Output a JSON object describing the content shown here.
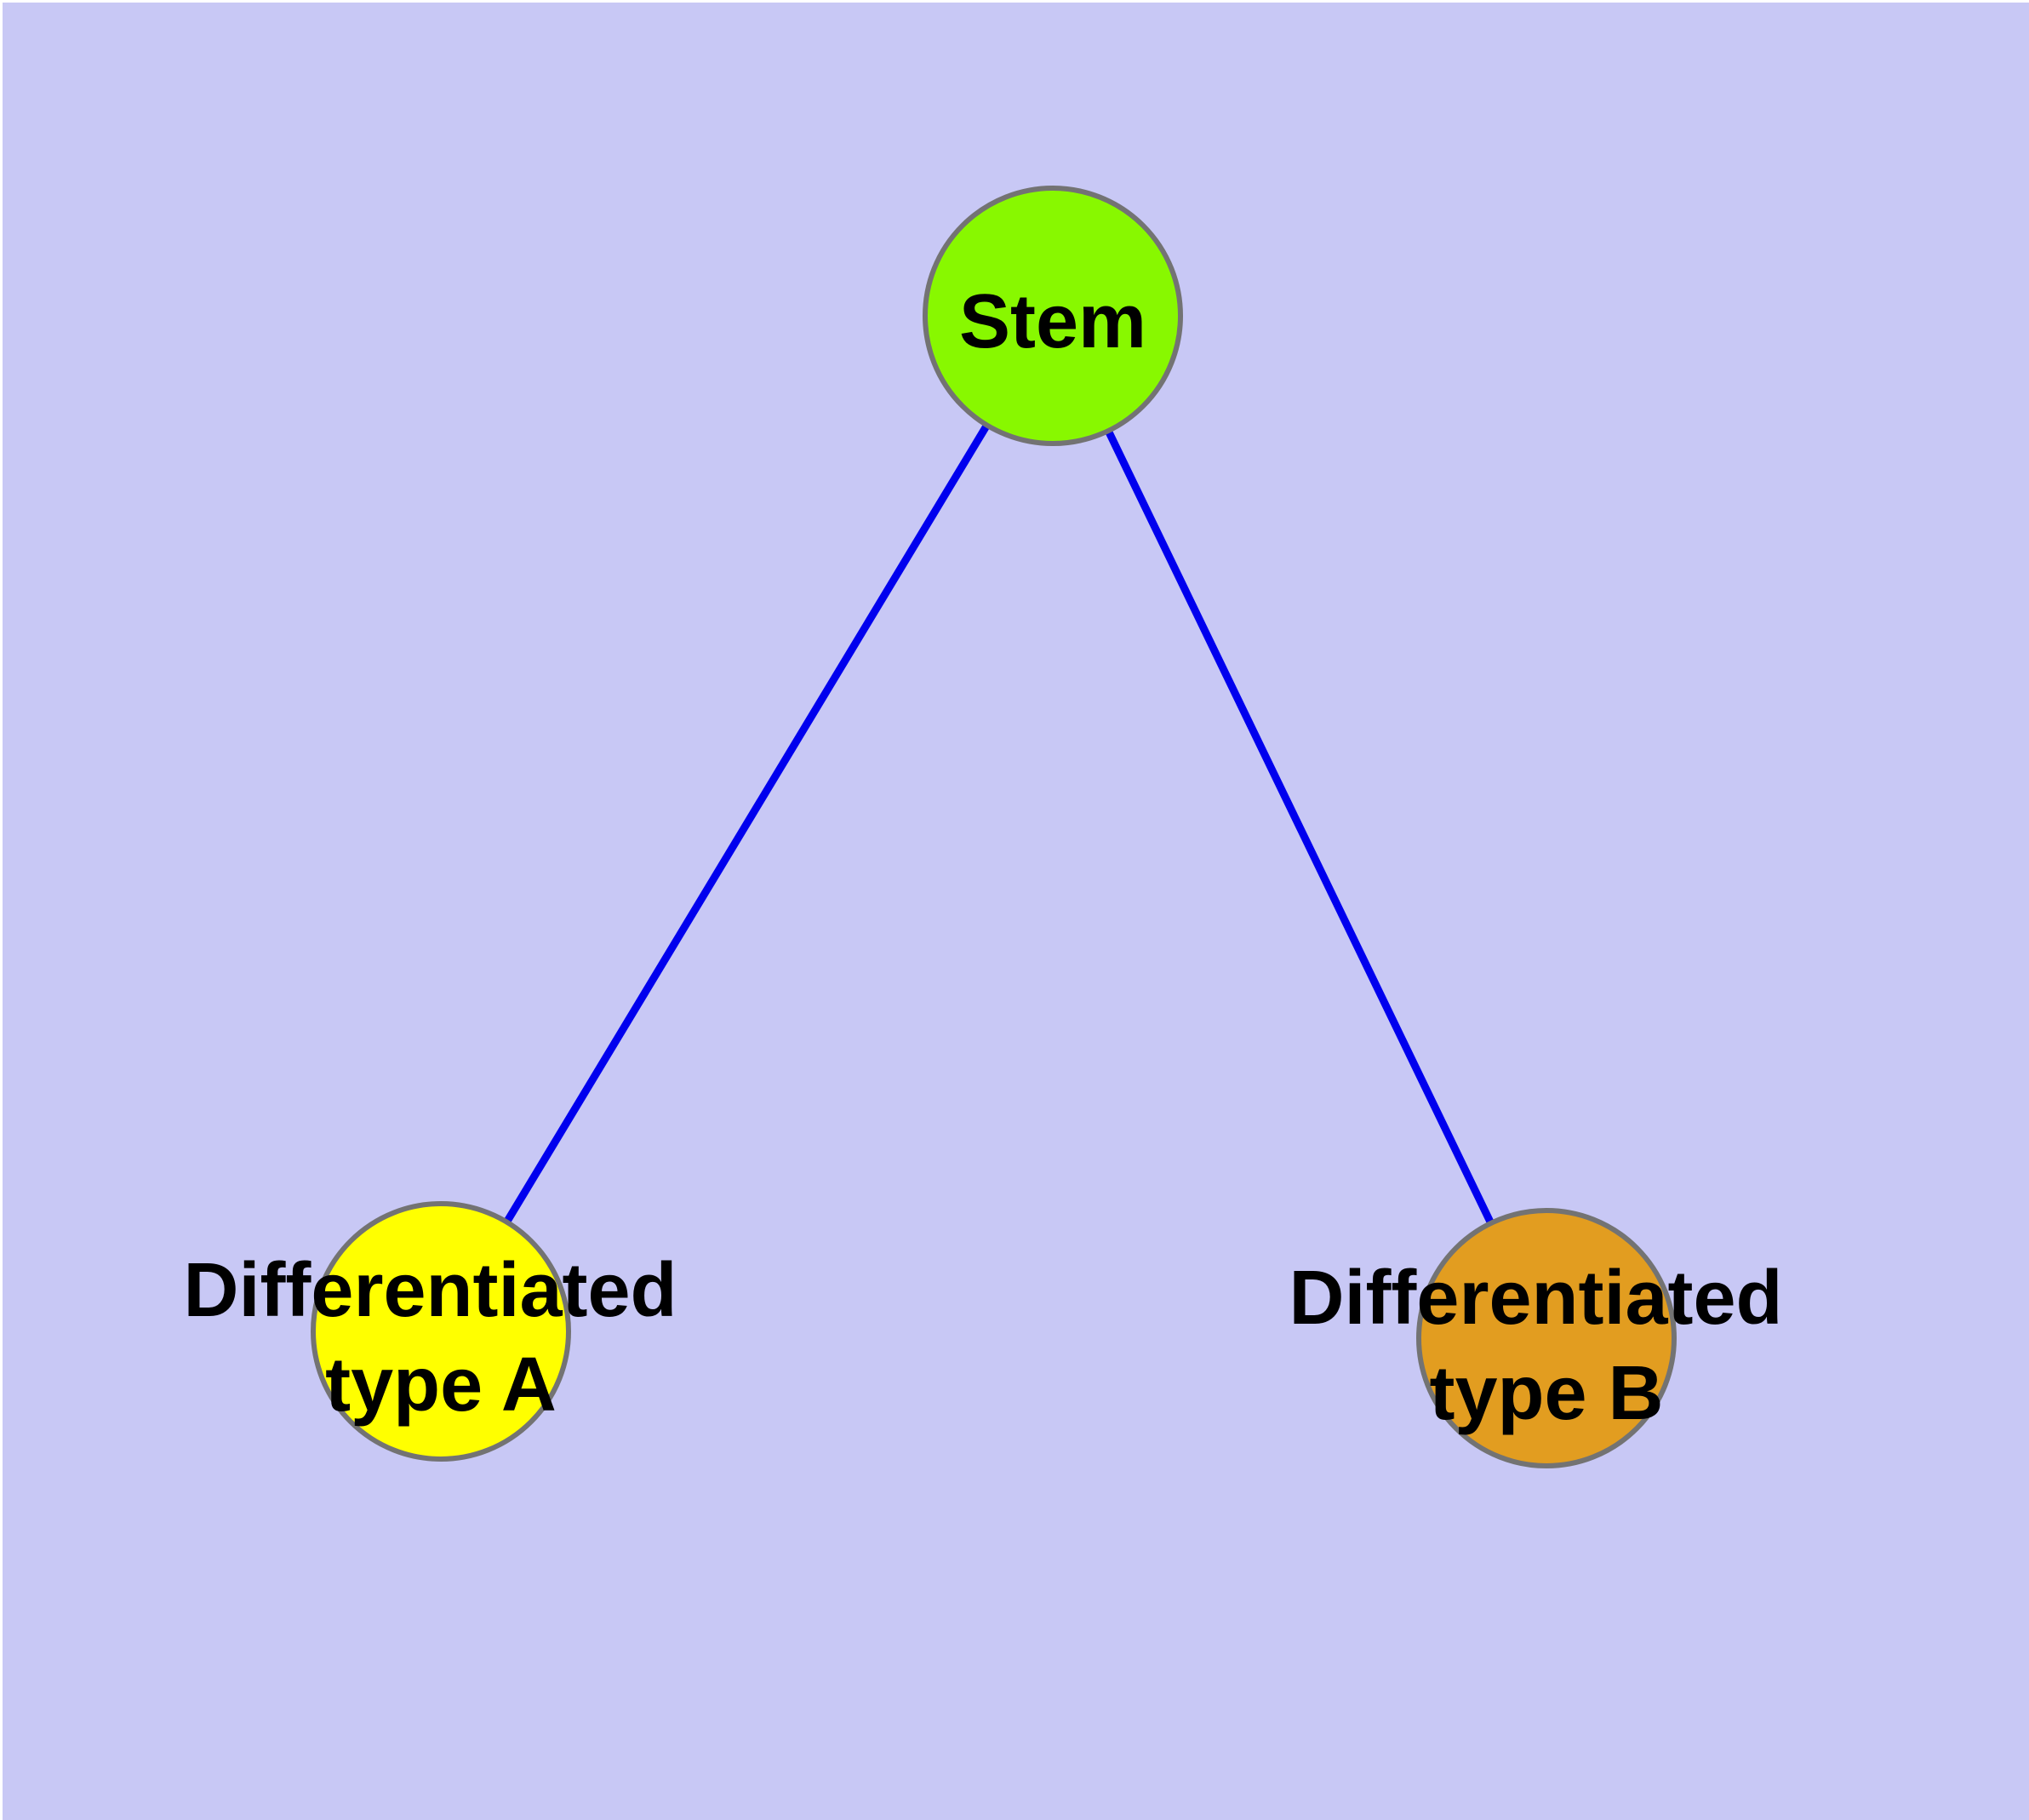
{
  "figure": {
    "title": "",
    "background_color": "#c8c8f5",
    "margin_color": "#ffffff",
    "text_color": "#000000",
    "edge_color": "#0000ee",
    "node_border_color": "#737373",
    "nodes": [
      {
        "id": "stem",
        "label": "Stem",
        "lines": [
          "Stem"
        ],
        "fill": "#88f800"
      },
      {
        "id": "differentiated-type-a",
        "label": "Differentiated type A",
        "lines": [
          "Differentiated",
          "type A"
        ],
        "fill": "#ffff00"
      },
      {
        "id": "differentiated-type-b",
        "label": "Differentiated type B",
        "lines": [
          "Differentiated",
          "type B"
        ],
        "fill": "#e29d20"
      }
    ],
    "edges": [
      {
        "from": "Stem",
        "to": "Differentiated type A"
      },
      {
        "from": "Stem",
        "to": "Differentiated type B"
      }
    ]
  }
}
